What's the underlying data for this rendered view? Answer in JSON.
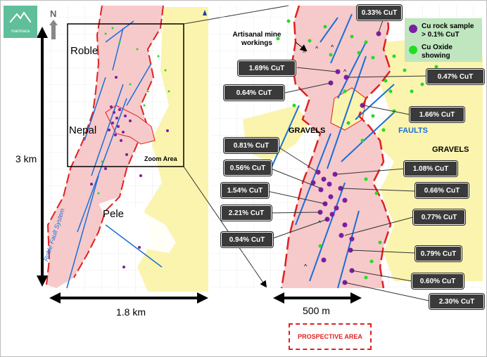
{
  "logo": {
    "text": "marimaca",
    "icon": "mountain-logo-icon"
  },
  "north_label": "N",
  "left_map": {
    "labels": {
      "roble": "Roble",
      "nepal": "Nepal",
      "pele": "Pele",
      "zoom_area": "Zoom Area",
      "fault_system": "Roble Fault System"
    },
    "scale_vertical": "3 km",
    "scale_horizontal": "1.8 km"
  },
  "right_map": {
    "labels": {
      "artisanal": "Artisanal mine workings",
      "gravels_left": "GRAVELS",
      "gravels_right": "GRAVELS",
      "faults": "FAULTS"
    },
    "scale_horizontal": "500 m"
  },
  "legend": {
    "rock_sample": "Cu rock sample > 0.1% CuT",
    "oxide": "Cu Oxide showing",
    "rock_color": "#7a1fa2",
    "oxide_color": "#22dd22"
  },
  "callouts": [
    "0.33% CuT",
    "1.69% CuT",
    "0.47% CuT",
    "0.64% CuT",
    "1.66% CuT",
    "0.81% CuT",
    "1.08% CuT",
    "0.56% CuT",
    "0.66% CuT",
    "1.54% CuT",
    "2.21% CuT",
    "0.77% CuT",
    "0.94% CuT",
    "0.79% CuT",
    "0.60% CuT",
    "2.30% CuT"
  ],
  "prospective_area": "PROSPECTIVE AREA",
  "colors": {
    "zone_fill": "#f6c9cb",
    "gravel_fill": "#fbf4ae",
    "fault_line": "#1a6fd6",
    "boundary": "#e02020"
  }
}
